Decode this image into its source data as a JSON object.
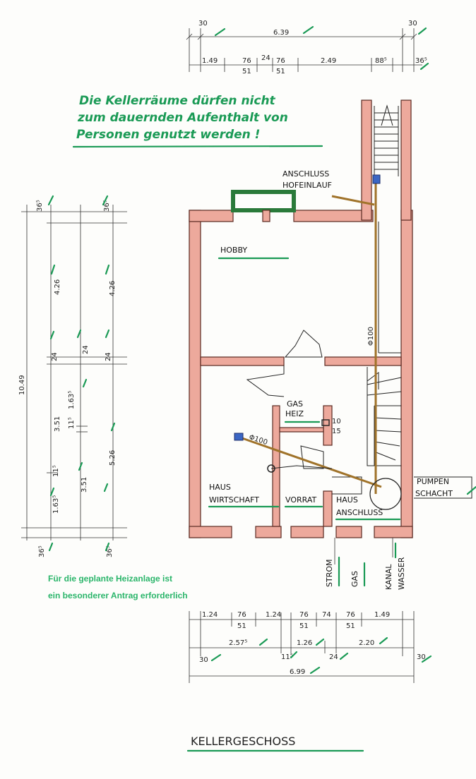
{
  "title": "KELLERGESCHOSS",
  "notes": {
    "basement": [
      "Die Kellerräume dürfen nicht",
      "zum dauernden Aufenthalt von",
      "Personen genutzt werden !"
    ],
    "heating": [
      "Für die geplante Heizanlage ist",
      "ein besonderer Antrag erforderlich"
    ]
  },
  "rooms": {
    "hobby": "HOBBY",
    "gas_1": "GAS",
    "gas_2": "HEIZ",
    "haus_wirt_1": "HAUS",
    "haus_wirt_2": "WIRTSCHAFT",
    "vorrat": "VORRAT",
    "haus_ansch_1": "HAUS",
    "haus_ansch_2": "ANSCHLUSS"
  },
  "labels": {
    "anschluss_1": "ANSCHLUSS",
    "anschluss_2": "HOFEINLAUF",
    "pumpen_1": "PUMPEN",
    "pumpen_2": "SCHACHT",
    "pipe_vertical": "Φ100",
    "pipe_diagonal": "Φ100",
    "chimney_1": "10",
    "chimney_2": "15",
    "strom": "STROM",
    "gas": "GAS",
    "kanal": "KANAL",
    "wasser": "WASSER"
  },
  "dims_top": {
    "overall": "6.39",
    "left_30": "30",
    "right_30": "30",
    "seg_149": "1.49",
    "seg_76a": "76",
    "seg_51a": "51",
    "seg_24": "24",
    "seg_76b": "76",
    "seg_51b": "51",
    "seg_249": "2.49",
    "seg_88": "88⁵",
    "seg_365": "36⁵"
  },
  "dims_left": {
    "overall": "10.49",
    "c1_365_top": "36⁵",
    "c1_426": "4.26",
    "c1_24": "24",
    "c1_351": "3.51",
    "c1_115": "11⁵",
    "c1_1635": "1.63⁵",
    "c1_365_bot": "36⁵",
    "c2_24": "24",
    "c2_1635": "1.63⁵",
    "c2_115": "11⁵",
    "c2_351": "3.51",
    "c3_365_top": "36⁵",
    "c3_426": "4.26",
    "c3_24": "24",
    "c3_526": "5.26",
    "c3_365_bot": "36⁵"
  },
  "dims_bottom": {
    "r1_124a": "1.24",
    "r1_76a": "76",
    "r1_51a": "51",
    "r1_124b": "1.24",
    "r1_76b": "76",
    "r1_51b": "51",
    "r1_74": "74",
    "r1_76c": "76",
    "r1_51c": "51",
    "r1_149": "1.49",
    "r2_2575": "2.57⁵",
    "r2_126": "1.26",
    "r2_220": "2.20",
    "r2_30_left": "30",
    "r2_115": "11⁵",
    "r2_24": "24",
    "r2_30_right": "30",
    "overall": "6.99"
  },
  "colors": {
    "wall_fill": "#eda99c",
    "wall_stroke": "#5a2a22",
    "note_green": "#1a9a55",
    "pipe_brown": "#a0732a"
  }
}
